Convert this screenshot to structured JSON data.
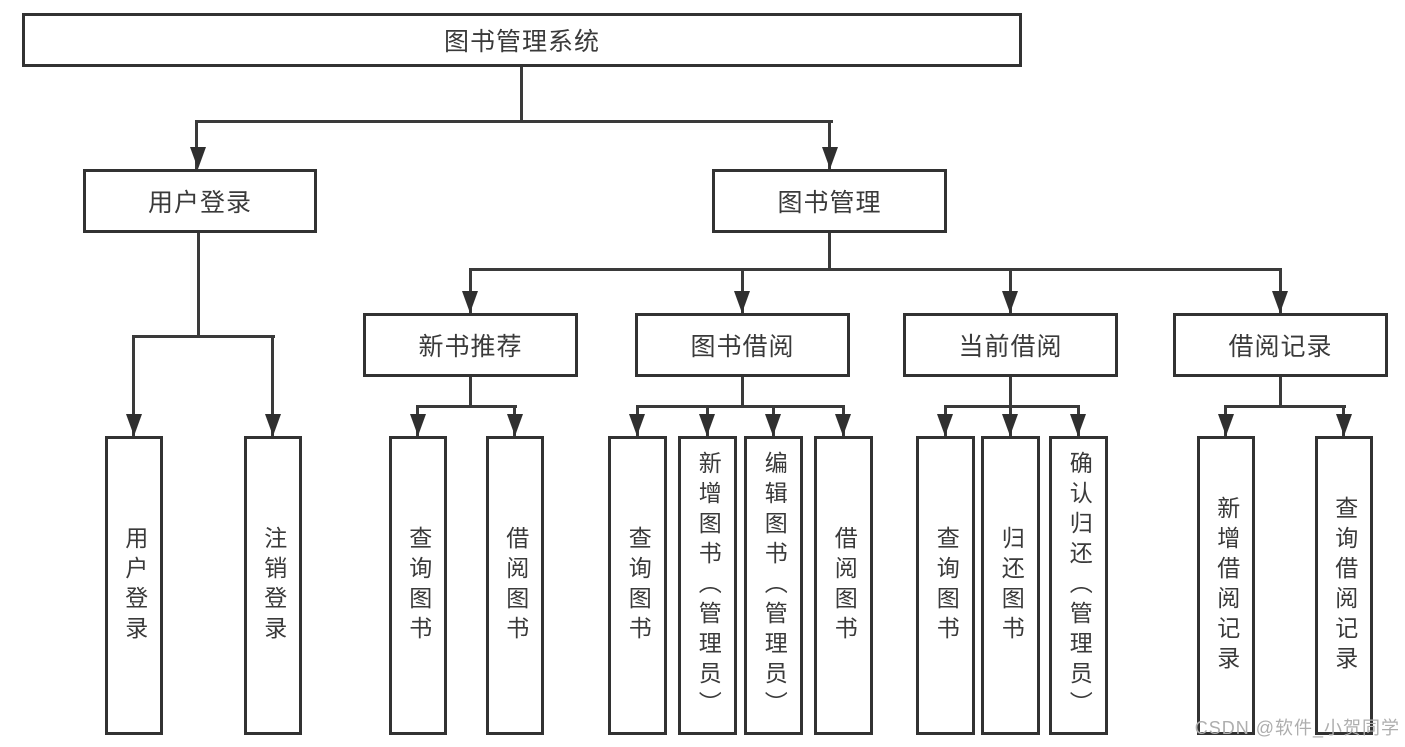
{
  "nodes": {
    "root": {
      "label": "图书管理系统"
    },
    "level1": [
      {
        "label": "用户登录",
        "parent": "图书管理系统"
      },
      {
        "label": "图书管理",
        "parent": "图书管理系统"
      }
    ],
    "level2": [
      {
        "label": "新书推荐",
        "parent": "图书管理"
      },
      {
        "label": "图书借阅",
        "parent": "图书管理"
      },
      {
        "label": "当前借阅",
        "parent": "图书管理"
      },
      {
        "label": "借阅记录",
        "parent": "图书管理"
      }
    ],
    "leaves": [
      {
        "label": "用户登录",
        "parent": "用户登录"
      },
      {
        "label": "注销登录",
        "parent": "用户登录"
      },
      {
        "label": "查询图书",
        "parent": "新书推荐"
      },
      {
        "label": "借阅图书",
        "parent": "新书推荐"
      },
      {
        "label": "查询图书",
        "parent": "图书借阅"
      },
      {
        "label": "新增图书（管理员）",
        "parent": "图书借阅"
      },
      {
        "label": "编辑图书（管理员）",
        "parent": "图书借阅"
      },
      {
        "label": "借阅图书",
        "parent": "图书借阅"
      },
      {
        "label": "查询图书",
        "parent": "当前借阅"
      },
      {
        "label": "归还图书",
        "parent": "当前借阅"
      },
      {
        "label": "确认归还（管理员）",
        "parent": "当前借阅"
      },
      {
        "label": "新增借阅记录",
        "parent": "借阅记录"
      },
      {
        "label": "查询借阅记录",
        "parent": "借阅记录"
      }
    ]
  },
  "watermark": {
    "text": "CSDN @软件_小贺同学",
    "color": "#aeaeae"
  },
  "colors": {
    "background": "#ffffff",
    "box_fill": "#ffffff",
    "box_border": "#323232",
    "line": "#3a3a3a",
    "text": "#3a3a3a"
  }
}
